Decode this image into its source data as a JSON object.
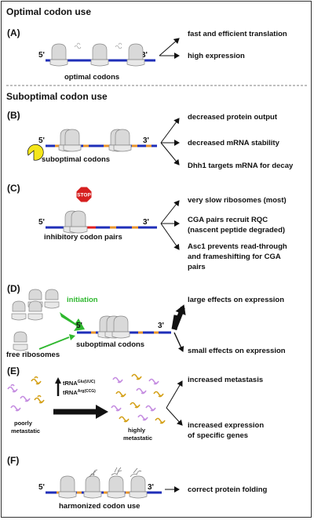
{
  "headings": {
    "optimal": "Optimal codon use",
    "suboptimal": "Suboptimal codon use"
  },
  "panels": {
    "A": {
      "letter": "(A)",
      "mrna_label": "optimal codons",
      "outcomes": [
        "fast and efficient translation",
        "high expression"
      ]
    },
    "B": {
      "letter": "(B)",
      "mrna_label": "suboptimal codons",
      "outcomes": [
        "decreased protein output",
        "decreased mRNA stability",
        "Dhh1 targets mRNA for decay"
      ]
    },
    "C": {
      "letter": "(C)",
      "sign": "STOP",
      "mrna_label": "inhibitory codon pairs",
      "outcomes": [
        [
          "very slow ribosomes (most)"
        ],
        [
          "CGA pairs recruit RQC",
          "(nascent peptide degraded)"
        ],
        [
          "Asc1 prevents read-through",
          "and frameshifting for CGA",
          "pairs"
        ]
      ]
    },
    "D": {
      "letter": "(D)",
      "initiation": "initiation",
      "free_label": "free ribosomes",
      "mrna_label": "suboptimal codons",
      "outcomes": [
        "large effects on expression",
        "small effects on expression"
      ]
    },
    "E": {
      "letter": "(E)",
      "trna1_base": "tRNA",
      "trna1_sup": "Glu(UUC)",
      "trna2_base": "tRNA",
      "trna2_sup": "Arg(CCG)",
      "left_label": [
        "poorly",
        "metastatic"
      ],
      "right_label": [
        "highly",
        "metastatic"
      ],
      "outcomes": [
        [
          "increased metastasis"
        ],
        [
          "increased expression",
          "of specific genes"
        ]
      ]
    },
    "F": {
      "letter": "(F)",
      "mrna_label": "harmonized codon use",
      "outcome": "correct protein folding"
    }
  },
  "ends": {
    "five": "5'",
    "three": "3'"
  },
  "colors": {
    "mrna": "#1f2fb8",
    "suboptimal": "#e8952e",
    "inhibitory": "#e02020",
    "initiation": "#2fb82f",
    "ribosome_fill": "#d9d9d9",
    "stop_sign": "#d62020",
    "yellow_pacman": "#f5e61a",
    "purple_protein": "#c48be0",
    "gold_protein": "#d4a017"
  }
}
